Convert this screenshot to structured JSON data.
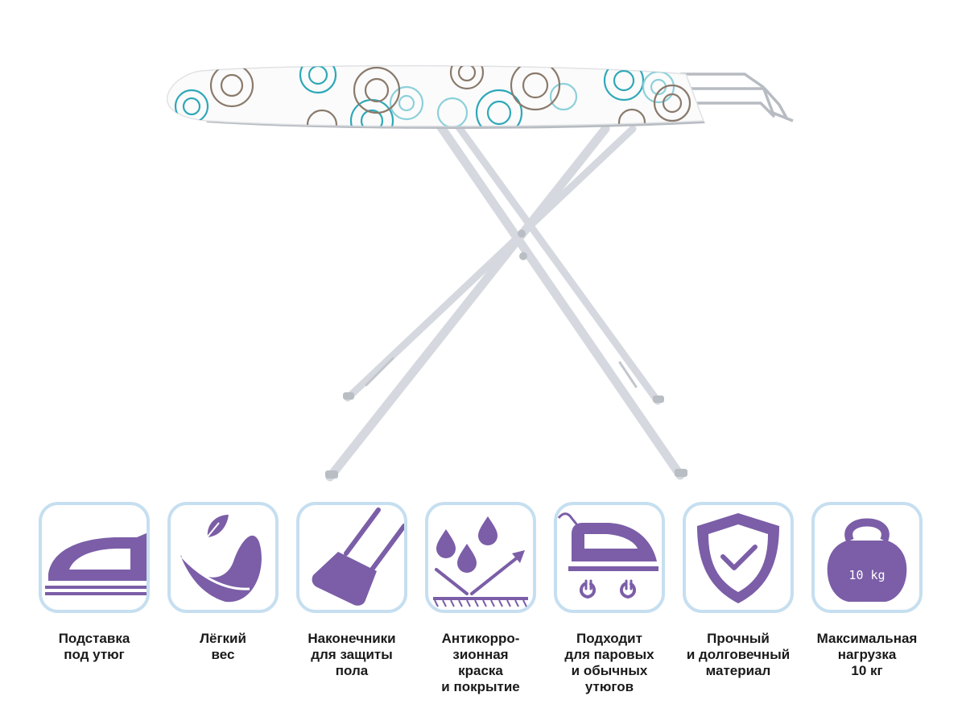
{
  "colors": {
    "icon": "#7b5ea7",
    "tile_border": "#c6dff0",
    "caption_text": "#1a1a1a",
    "frame": "#d5d9df",
    "pattern_teal": "#2ea8b8",
    "pattern_brown": "#8a7a6c"
  },
  "product": {
    "image_alt": "ironing-board-product-image"
  },
  "features": [
    {
      "icon": "iron-rest-icon",
      "lines": [
        "Подставка",
        "под утюг"
      ]
    },
    {
      "icon": "feather-icon",
      "lines": [
        "Лёгкий",
        "вес"
      ]
    },
    {
      "icon": "foot-cap-icon",
      "lines": [
        "Наконечники",
        "для защиты",
        "пола"
      ]
    },
    {
      "icon": "anticorrosion-drops-icon",
      "lines": [
        "Антикорро-",
        "зионная",
        "краска",
        "и покрытие"
      ]
    },
    {
      "icon": "steam-iron-icon",
      "lines": [
        "Подходит",
        "для паровых",
        "и обычных",
        "утюгов"
      ]
    },
    {
      "icon": "shield-check-icon",
      "lines": [
        "Прочный",
        "и долговечный",
        "материал"
      ]
    },
    {
      "icon": "kettlebell-icon",
      "weight_label": "10 kg",
      "lines": [
        "Максимальная",
        "нагрузка",
        "10 кг"
      ]
    }
  ]
}
